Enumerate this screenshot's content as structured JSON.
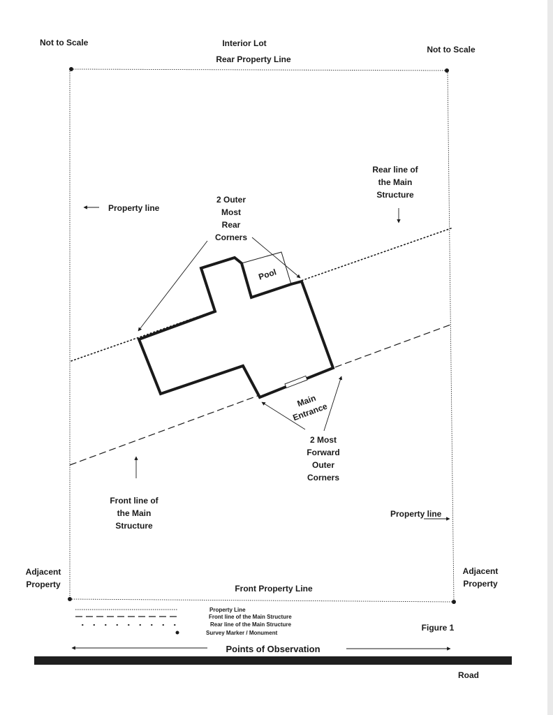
{
  "labels": {
    "not_to_scale_left": "Not to Scale",
    "not_to_scale_right": "Not to Scale",
    "interior_lot": "Interior Lot",
    "rear_property_line": "Rear Property Line",
    "front_property_line": "Front Property Line",
    "property_line_left": "Property line",
    "property_line_right": "Property line",
    "rear_line_1": "Rear line of",
    "rear_line_2": "the Main",
    "rear_line_3": "Structure",
    "rear_corners_1": "2 Outer",
    "rear_corners_2": "Most",
    "rear_corners_3": "Rear",
    "rear_corners_4": "Corners",
    "pool": "Pool",
    "main_entrance_1": "Main",
    "main_entrance_2": "Entrance",
    "fwd_corners_1": "2 Most",
    "fwd_corners_2": "Forward",
    "fwd_corners_3": "Outer",
    "fwd_corners_4": "Corners",
    "front_line_1": "Front line of",
    "front_line_2": "the Main",
    "front_line_3": "Structure",
    "adjacent_left_1": "Adjacent",
    "adjacent_left_2": "Property",
    "adjacent_right_1": "Adjacent",
    "adjacent_right_2": "Property",
    "figure": "Figure 1",
    "points_of_observation": "Points of Observation",
    "road": "Road"
  },
  "legend": [
    {
      "label": "Property Line"
    },
    {
      "label": "Front line of the Main Structure"
    },
    {
      "label": "Rear line of the Main Structure"
    },
    {
      "label": "Survey Marker / Monument"
    }
  ],
  "colors": {
    "ink": "#1a1a1a",
    "road": "#1f1f1f",
    "background": "#ffffff"
  }
}
